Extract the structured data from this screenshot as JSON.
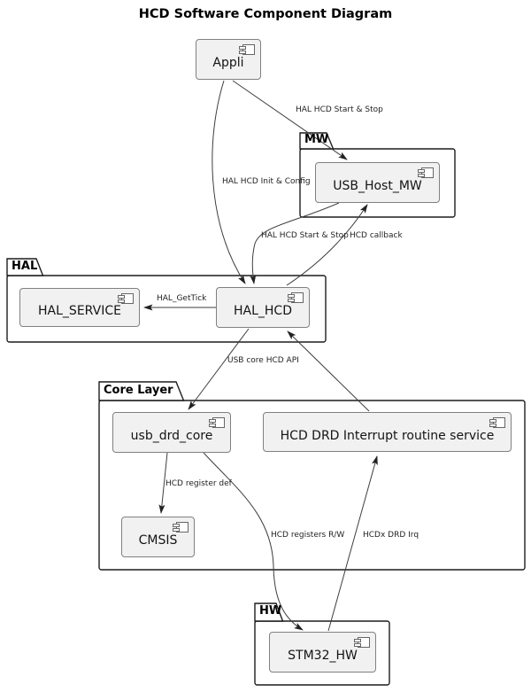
{
  "title": "HCD Software Component Diagram",
  "packages": {
    "mw": "MW",
    "hal": "HAL",
    "core": "Core Layer",
    "hw": "HW"
  },
  "components": {
    "appli": "Appli",
    "usb_host_mw": "USB_Host_MW",
    "hal_service": "HAL_SERVICE",
    "hal_hcd": "HAL_HCD",
    "usb_drd_core": "usb_drd_core",
    "hcd_drd_isr": "HCD DRD Interrupt routine service",
    "cmsis": "CMSIS",
    "stm32_hw": "STM32_HW"
  },
  "edge_labels": {
    "appli_usb_host": "HAL HCD Start & Stop",
    "appli_hal_hcd": "HAL HCD Init & Config",
    "usb_host_hal_hcd": "HAL HCD Start & Stop",
    "hal_hcd_usb_host": "HCD callback",
    "hal_hcd_hal_service": "HAL_GetTick",
    "hal_hcd_usb_drd_core": "USB core HCD API",
    "usb_drd_core_cmsis": "HCD register def",
    "usb_drd_core_stm32": "HCD registers R/W",
    "stm32_isr": "HCDx DRD Irq"
  },
  "colors": {
    "component_fill": "#f1f1f1",
    "component_border": "#808080",
    "package_border": "#1c1c1c",
    "edge_line": "#3d3d3d",
    "edge_arrow": "#222222",
    "title_text": "#000000",
    "label_text": "#1f1f1f"
  }
}
